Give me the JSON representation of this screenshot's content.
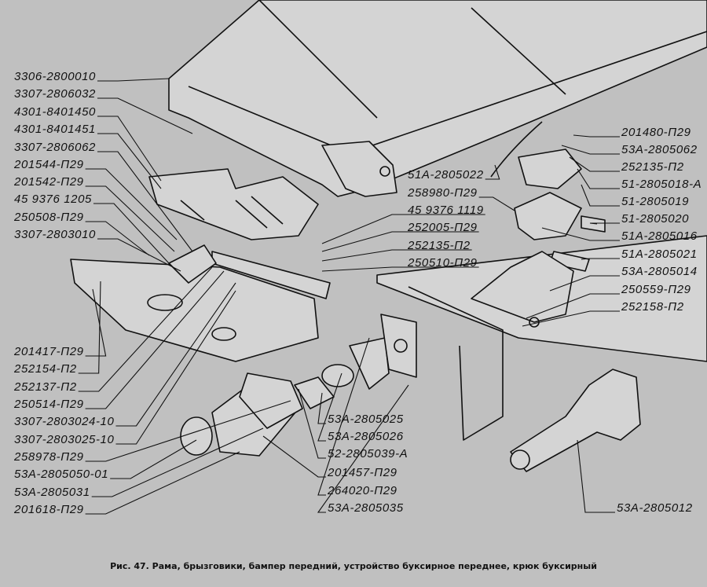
{
  "caption": "Рис. 47. Рама, брызговики, бампер передний, устройство буксирное переднее, крюк буксирный",
  "labels": {
    "left": [
      "3306-2800010",
      "3307-2806032",
      "4301-8401450",
      "4301-8401451",
      "3307-2806062",
      "201544-П29",
      "201542-П29",
      "45 9376 1205",
      "250508-П29",
      "3307-2803010",
      "201417-П29",
      "252154-П2",
      "252137-П2",
      "250514-П29",
      "3307-2803024-10",
      "3307-2803025-10",
      "258978-П29",
      "53А-2805050-01",
      "53А-2805031",
      "201618-П29"
    ],
    "middle": [
      "51А-2805022",
      "258980-П29",
      "45 9376 1119",
      "252005-П29",
      "252135-П2",
      "250510-П29"
    ],
    "right": [
      "201480-П29",
      "53А-2805062",
      "252135-П2",
      "51-2805018-А",
      "51-2805019",
      "51-2805020",
      "51А-2805016",
      "51А-2805021",
      "53А-2805014",
      "250559-П29",
      "252158-П2"
    ],
    "bottom": [
      "53А-2805025",
      "53А-2805026",
      "52-2805039-А",
      "201457-П29",
      "264020-П29",
      "53А-2805035"
    ],
    "hook": [
      "53А-2805012"
    ]
  }
}
